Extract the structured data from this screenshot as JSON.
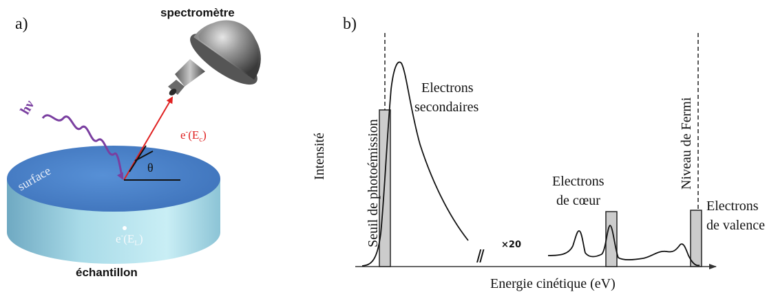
{
  "panel_a": {
    "label": "a)",
    "spectrometer_label": "spectromètre",
    "photon_label": "hν",
    "surface_label": "surface",
    "angle_label": "θ",
    "emitted_electron": {
      "base": "e",
      "sup": "-",
      "open": "(E",
      "sub": "c",
      "close": ")"
    },
    "bound_electron": {
      "base": "e",
      "sup": "-",
      "open": "(E",
      "sub": "L",
      "close": ")"
    },
    "sample_label": "échantillon",
    "colors": {
      "photon": "#7a3fa0",
      "electron_arrow": "#e02020",
      "sample_top": "#4a80c8",
      "sample_side": "#a9dbe8"
    }
  },
  "panel_b": {
    "label": "b)",
    "y_axis_label": "Intensité",
    "x_axis_label": "Energie cinétique (eV)",
    "threshold_label": "Seuil de photoémission",
    "fermi_label": "Niveau de Fermi",
    "secondary": [
      "Electrons",
      "secondaires"
    ],
    "core": [
      "Electrons",
      "de cœur"
    ],
    "valence": [
      "Electrons",
      "de valence"
    ],
    "scale_label": "×20",
    "axis_break": "//"
  }
}
